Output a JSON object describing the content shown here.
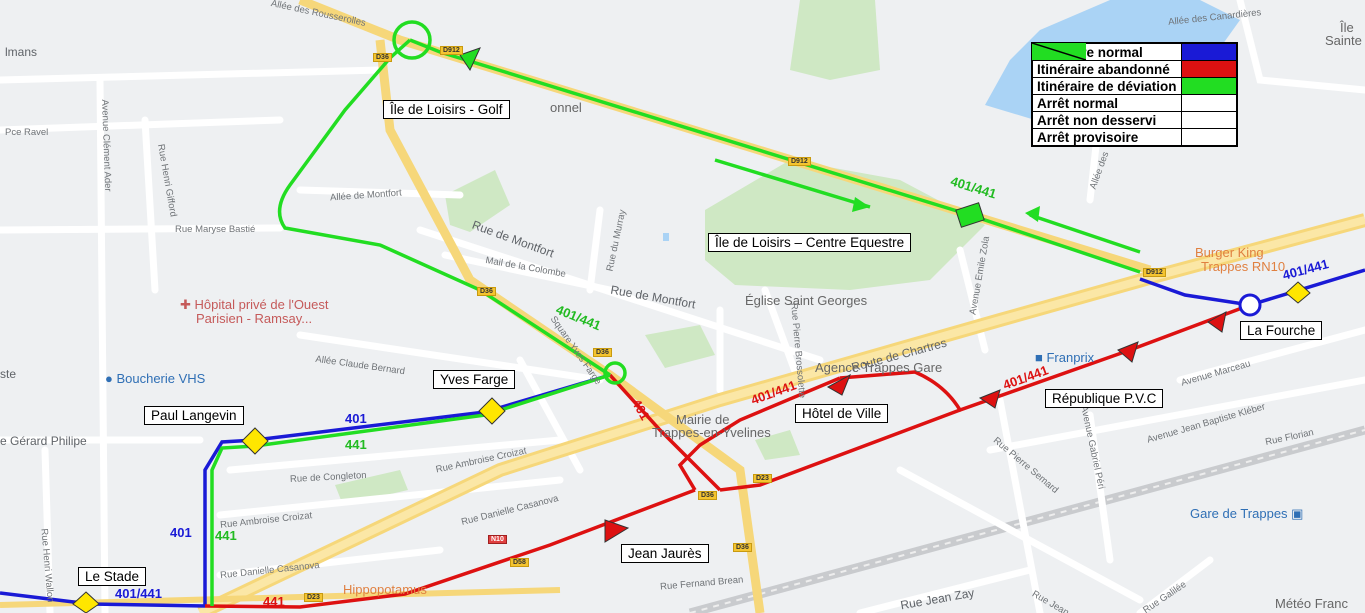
{
  "legend": {
    "normal_route": "Itinéraire normal",
    "abandoned_route": "Itinéraire abandonné",
    "detour_route": "Itinéraire de déviation",
    "normal_stop": "Arrêt normal",
    "skipped_stop": "Arrêt non desservi",
    "temporary_stop": "Arrêt provisoire"
  },
  "colors": {
    "normal": "#1a1ad6",
    "abandoned": "#dd1111",
    "detour": "#22dd22",
    "stop_yellow": "#ffe600"
  },
  "stops": {
    "golf": "Île de Loisirs - Golf",
    "centre_equestre": "Île de Loisirs – Centre Equestre",
    "la_fourche": "La Fourche",
    "republique": "République P.V.C",
    "hotel_de_ville": "Hôtel de Ville",
    "yves_farge": "Yves Farge",
    "paul_langevin": "Paul Langevin",
    "jean_jaures": "Jean Jaurès",
    "le_stade": "Le Stade"
  },
  "route_labels": {
    "r401_441": "401/441",
    "r401": "401",
    "r441": "441"
  },
  "road_refs": {
    "d36": "D36",
    "d912": "D912",
    "n10": "N10",
    "d23": "D23",
    "d58": "D58"
  },
  "places": {
    "hopital": "Hôpital privé de l'Ouest",
    "hopital2": "Parisien - Ramsay...",
    "boucherie": "Boucherie VHS",
    "eglise": "Église Saint Georges",
    "mairie": "Mairie de",
    "mairie2": "Trappes-en-Yvelines",
    "agence": "Agence Trappes Gare",
    "franprix": "Franprix",
    "burger": "Burger King",
    "burger2": "Trappes RN10",
    "gare": "Gare de Trappes",
    "hippo": "Hippopotamus",
    "meteo": "Météo Franc",
    "onnel": "onnel",
    "sainte": "Sainte",
    "ile": "Île"
  },
  "streets": {
    "rousserolles": "Allée des Rousserolles",
    "canardieres": "Allée des Canardières",
    "allee_des": "Allée des",
    "ravel": "Pce Ravel",
    "clement_ader": "Avenue Clément Ader",
    "henri_gifford": "Rue Henri Gifford",
    "maryse": "Rue Maryse Bastié",
    "allee_montfort": "Allée de Montfort",
    "rue_montfort": "Rue de Montfort",
    "rue_montfort2": "Rue de Montfort",
    "mail_colombe": "Mail de la Colombe",
    "murray": "Rue du Murray",
    "claude_bernard": "Allée Claude Bernard",
    "square_yves": "Square Yves Farge",
    "route_chartres": "Route de Chartres",
    "brossolette": "Rue Pierre Brossolette",
    "emile_zola": "Avenue Emile Zola",
    "marceau": "Avenue Marceau",
    "kleber": "Avenue Jean Baptiste Kléber",
    "florian": "Rue Florian",
    "gabriel_peri": "Avenue Gabriel Péri",
    "semard": "Rue Pierre Semard",
    "gerard": "e Gérard Philipe",
    "congleton": "Rue de Congleton",
    "croizat": "Rue Ambroise Croizat",
    "croizat2": "Rue Ambroise Croizat",
    "casanova": "Rue Danielle Casanova",
    "casanova2": "Rue Danielle Casanova",
    "wallon": "Rue Henri Wallon",
    "fernand": "Rue Fernand Brean",
    "jean_zay": "Rue Jean Zay",
    "galilee": "Rue Galilée",
    "jean": "Rue Jean",
    "lmans": "lmans",
    "ste": "ste"
  }
}
